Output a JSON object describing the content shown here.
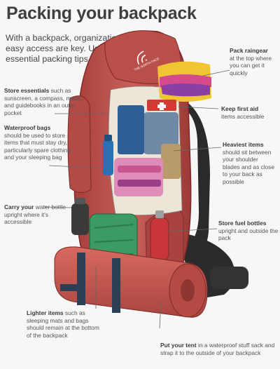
{
  "header": {
    "title": "Packing your backpack",
    "intro": "With a backpack, organization and easy access are key. Use these essential packing tips as a guide."
  },
  "brand": {
    "logo_text": "THE NORTH FACE"
  },
  "tips": {
    "essentials": {
      "head": "Store essentials",
      "body": "such as sunscreen, a compass, maps, and guidebooks in an outer pocket"
    },
    "waterproof": {
      "head": "Waterproof bags",
      "body": "should be used to store items that must stay dry, particularly spare clothing and your sleeping bag"
    },
    "water": {
      "head": "Carry your",
      "body": "water bottle upright where it's accessible"
    },
    "lighter": {
      "head": "Lighter items",
      "body": "such as sleeping mats and bags should remain at the bottom of the backpack"
    },
    "raingear": {
      "head": "Pack raingear",
      "body": "at the top where you can get it quickly"
    },
    "firstaid": {
      "head": "Keep first aid",
      "body": "items accessible"
    },
    "heaviest": {
      "head": "Heaviest items",
      "body": "should sit between your shoulder blades and as close to your back as possible"
    },
    "fuel": {
      "head": "Store fuel bottles",
      "body": "upright and outside the pack"
    },
    "tent": {
      "head": "Put your tent",
      "body": "in a waterproof stuff sack and strap it to the outside of your backpack"
    }
  },
  "colors": {
    "pack_red": "#c0514c",
    "pack_dark": "#8a2f2d",
    "frame_black": "#2a2a2a",
    "gear_pink": "#d44a8a",
    "gear_yellow": "#f0c534",
    "gear_blue": "#2d6aa8",
    "gear_green": "#3c9a63"
  }
}
